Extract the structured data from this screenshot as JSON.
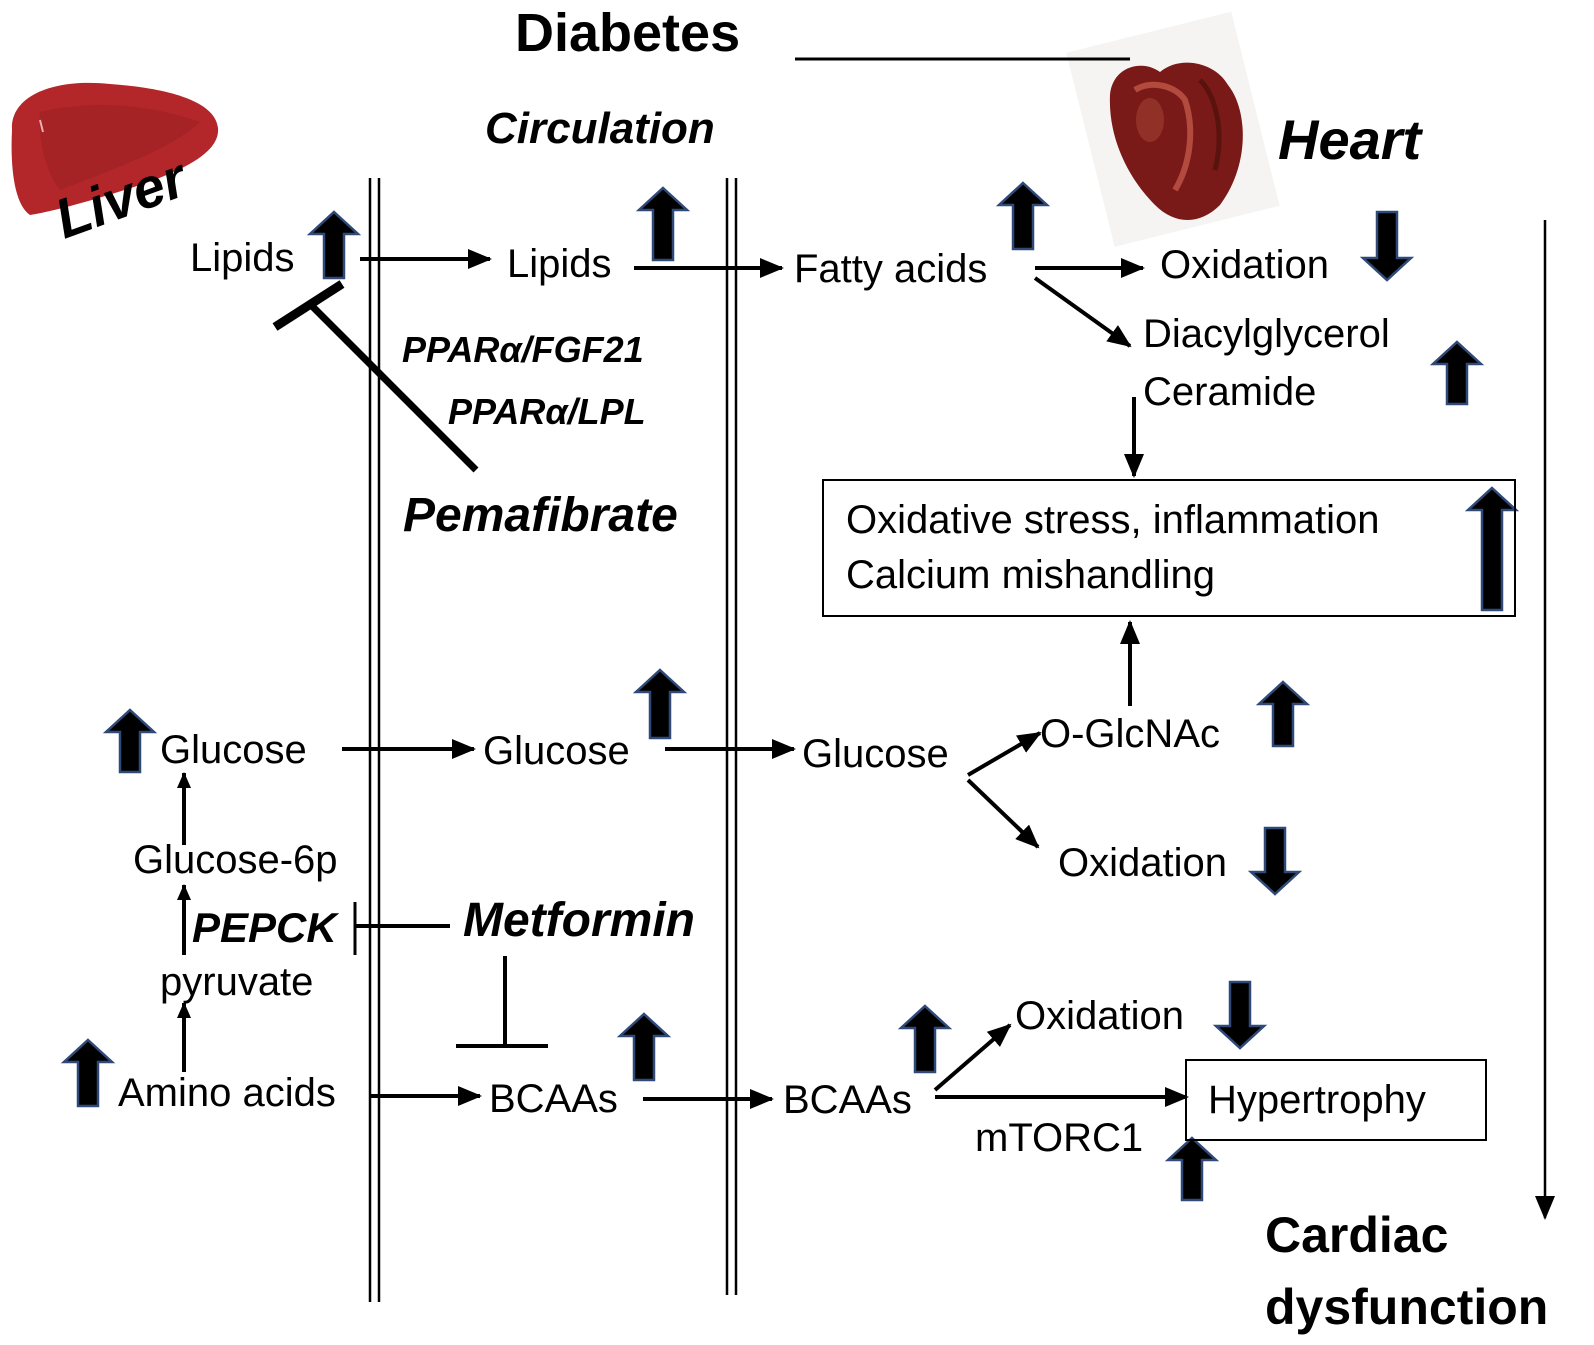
{
  "title": "Diabetes",
  "compartments": {
    "liver": "Liver",
    "circulation": "Circulation",
    "heart": "Heart"
  },
  "liver": {
    "lipids": "Lipids",
    "glucose": "Glucose",
    "glucose6p": "Glucose-6p",
    "pepck": "PEPCK",
    "pyruvate": "pyruvate",
    "amino_acids": "Amino acids"
  },
  "circulation": {
    "lipids": "Lipids",
    "glucose": "Glucose",
    "bcaas": "BCAAs",
    "pathway1": "PPARα/FGF21",
    "pathway2": "PPARα/LPL",
    "drug1": "Pemafibrate",
    "drug2": "Metformin"
  },
  "heart": {
    "fatty_acids": "Fatty acids",
    "oxidation_fa": "Oxidation",
    "diacylglycerol": "Diacylglycerol",
    "ceramide": "Ceramide",
    "stress_line1": "Oxidative stress, inflammation",
    "stress_line2": "Calcium mishandling",
    "glucose": "Glucose",
    "oglcnac": "O-GlcNAc",
    "oxidation_glucose": "Oxidation",
    "bcaas": "BCAAs",
    "oxidation_bcaa": "Oxidation",
    "mtorc1": "mTORC1",
    "hypertrophy": "Hypertrophy"
  },
  "outcome": {
    "line1": "Cardiac",
    "line2": "dysfunction"
  },
  "colors": {
    "arrow_fill": "#000000",
    "arrow_border": "#2f4a78",
    "liver": "#b3262a",
    "heart": "#7a1a18"
  }
}
